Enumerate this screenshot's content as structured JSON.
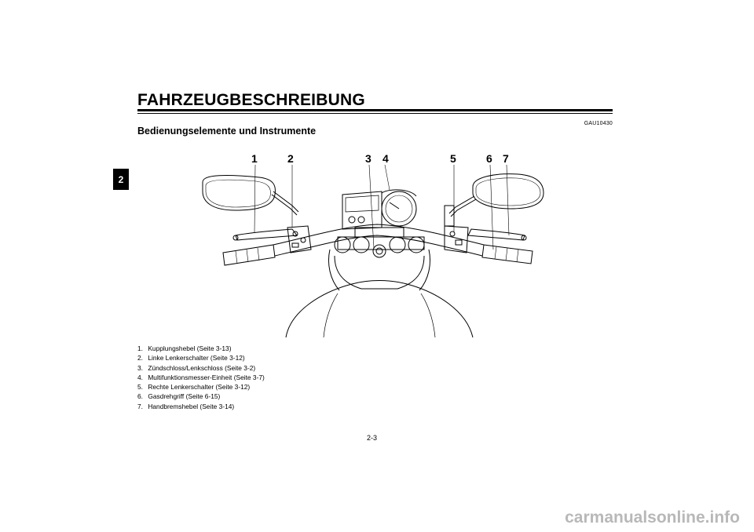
{
  "chapter_tab": "2",
  "header": {
    "title": "FAHRZEUGBESCHREIBUNG",
    "code": "GAU10430",
    "section_title": "Bedienungselemente und Instrumente"
  },
  "callouts": [
    "1",
    "2",
    "3",
    "4",
    "5",
    "6",
    "7"
  ],
  "legend": [
    {
      "num": "1.",
      "text": "Kupplungshebel (Seite 3-13)"
    },
    {
      "num": "2.",
      "text": "Linke Lenkerschalter (Seite 3-12)"
    },
    {
      "num": "3.",
      "text": "Zündschloss/Lenkschloss (Seite 3-2)"
    },
    {
      "num": "4.",
      "text": "Multifunktionsmesser-Einheit (Seite 3-7)"
    },
    {
      "num": "5.",
      "text": "Rechte Lenkerschalter (Seite 3-12)"
    },
    {
      "num": "6.",
      "text": "Gasdrehgriff (Seite 6-15)"
    },
    {
      "num": "7.",
      "text": "Handbremshebel (Seite 3-14)"
    }
  ],
  "footer": {
    "page_number": "2-3",
    "watermark": "carmanualsonline.info"
  }
}
